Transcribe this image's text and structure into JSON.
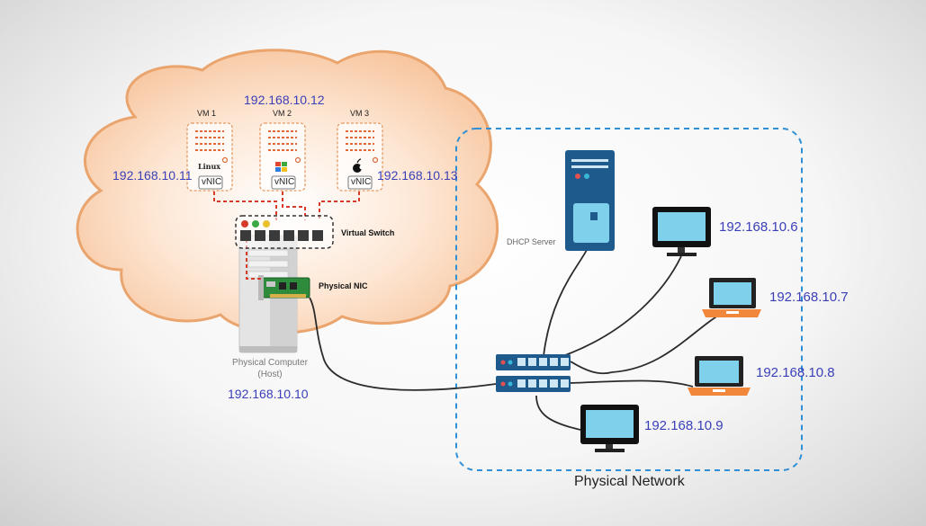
{
  "vms": [
    {
      "label": "VM 1",
      "ip": "192.168.10.11",
      "os_badge": "Linux",
      "nic": "vNIC"
    },
    {
      "label": "VM 2",
      "ip": "192.168.10.12",
      "os_badge": "",
      "nic": "vNIC"
    },
    {
      "label": "VM 3",
      "ip": "192.168.10.13",
      "os_badge": "",
      "nic": "vNIC"
    }
  ],
  "virtual_switch": {
    "label": "Virtual Switch"
  },
  "physical_nic": {
    "label": "Physical NIC"
  },
  "host": {
    "line1": "Physical Computer",
    "line2": "(Host)",
    "ip": "192.168.10.10"
  },
  "dhcp_server": {
    "label": "DHCP Server"
  },
  "clients": [
    {
      "kind": "monitor",
      "ip": "192.168.10.6"
    },
    {
      "kind": "laptop",
      "ip": "192.168.10.7"
    },
    {
      "kind": "laptop",
      "ip": "192.168.10.8"
    },
    {
      "kind": "monitor",
      "ip": "192.168.10.9"
    }
  ],
  "network": {
    "label": "Physical Network"
  },
  "colors": {
    "ip_text": "#3a3fb8",
    "cloud_fill": "#fbd9bf",
    "cloud_stroke": "#e9a772",
    "virtual_link": "#d83a2a",
    "network_border": "#2f8fd6",
    "screen": "#7fd0ea",
    "switch": "#1f5a8c"
  }
}
